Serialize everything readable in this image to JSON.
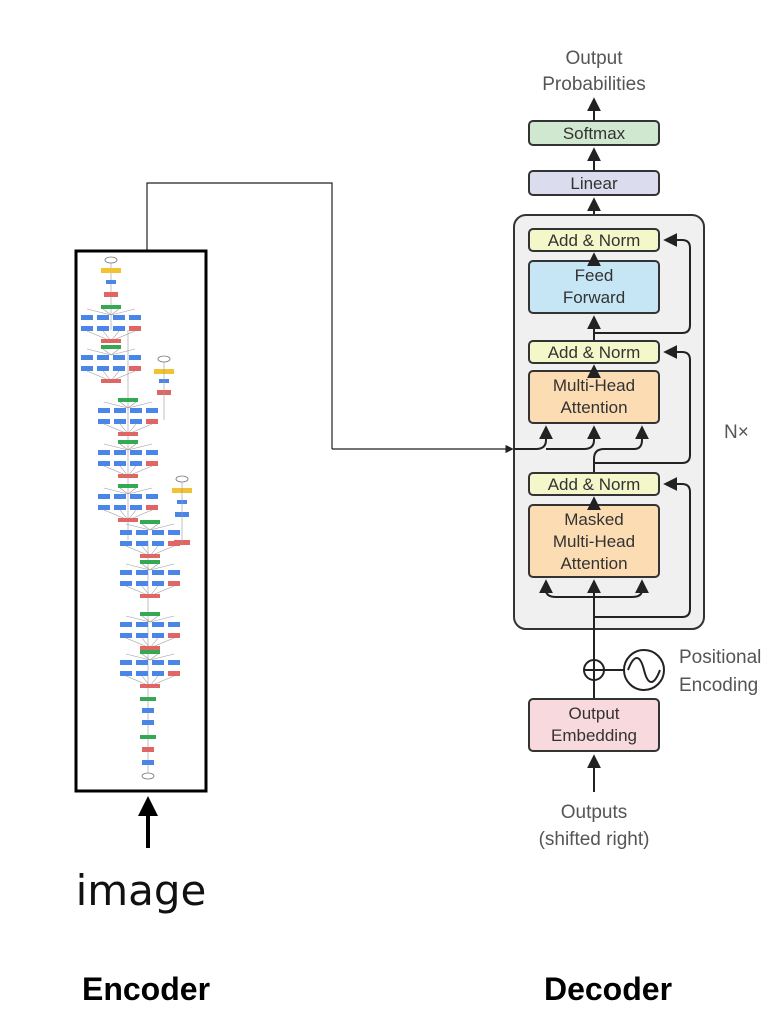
{
  "colors": {
    "softmax": "#cfe8cf",
    "linear": "#dcdcef",
    "add_norm": "#f3f7c9",
    "feed_forward": "#c6e6f5",
    "attention": "#fcdcb3",
    "embedding": "#f8d9de",
    "decoder_stack_bg": "#f0f0f0",
    "encoder_frame": "#000000",
    "inception_conv": "#4a86e8",
    "inception_pool": "#e06666",
    "inception_concat": "#34a853",
    "inception_softmax": "#f1c232"
  },
  "decoder": {
    "output_probabilities": [
      "Output",
      "Probabilities"
    ],
    "softmax": "Softmax",
    "linear": "Linear",
    "add_norm_top": "Add & Norm",
    "feed_forward": [
      "Feed",
      "Forward"
    ],
    "add_norm_mid": "Add & Norm",
    "multi_head_attention": [
      "Multi-Head",
      "Attention"
    ],
    "repeat": "N×",
    "add_norm_bottom": "Add & Norm",
    "masked_attention": [
      "Masked",
      "Multi-Head",
      "Attention"
    ],
    "positional_encoding": [
      "Positional",
      "Encoding"
    ],
    "output_embedding": [
      "Output",
      "Embedding"
    ],
    "outputs": [
      "Outputs",
      "(shifted right)"
    ]
  },
  "encoder": {
    "input_label": "image",
    "network_icon": "inception-network-icon"
  },
  "captions": {
    "encoder": "Encoder",
    "decoder": "Decoder"
  }
}
